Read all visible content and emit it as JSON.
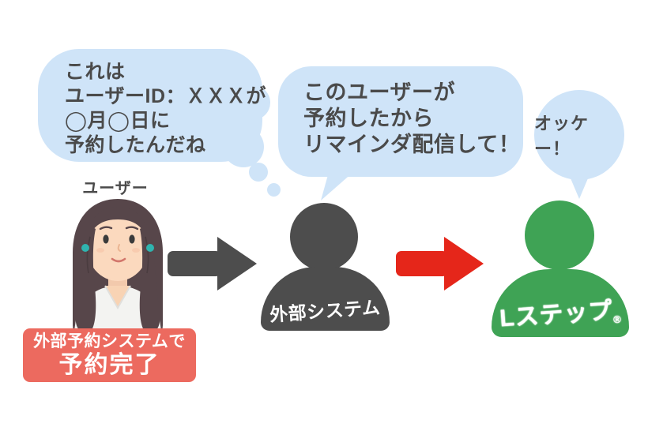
{
  "colors": {
    "bubble_blue": "#CFE4F8",
    "text_dark": "#4A4A4A",
    "system_gray": "#4D4D4D",
    "lstep_green": "#3FA355",
    "arrow_gray": "#4D4D4D",
    "arrow_red": "#E5261A",
    "banner_red": "#EC6A5F",
    "label_white": "#FFFFFF",
    "earring_teal": "#2FB4AF"
  },
  "thought_bubble": {
    "lines": [
      "これは",
      "ユーザーID：ＸＸＸが",
      "◯月◯日に",
      "予約したんだね"
    ]
  },
  "speech_bubble": {
    "lines": [
      "このユーザーが",
      "予約したから",
      "リマインダ配信して！"
    ]
  },
  "ok_bubble": {
    "text": "オッケー！"
  },
  "user": {
    "label": "ユーザー"
  },
  "banner": {
    "line1": "外部予約システムで",
    "line2": "予約完了"
  },
  "external_system": {
    "label": "外部システム"
  },
  "lstep": {
    "logo_text": "Lステップ",
    "registered_mark": "®"
  }
}
